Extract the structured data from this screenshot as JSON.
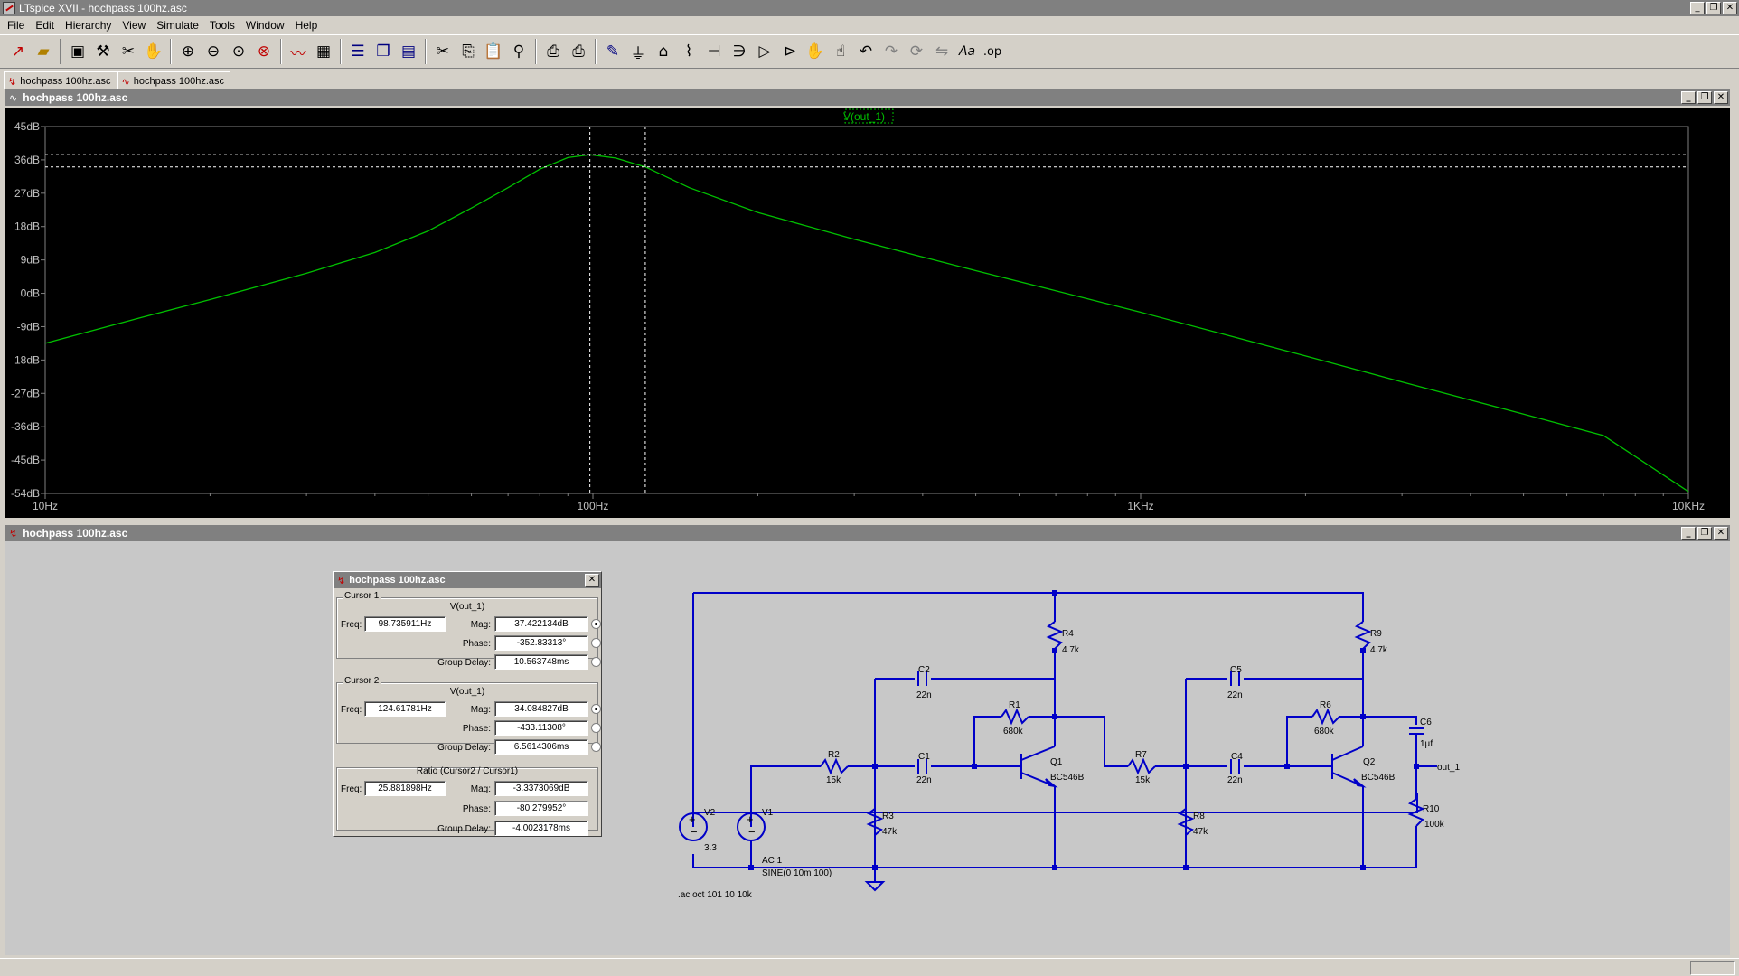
{
  "window": {
    "title": "LTspice XVII - hochpass 100hz.asc",
    "controls": [
      "_",
      "❐",
      "✕"
    ]
  },
  "menu": [
    "File",
    "Edit",
    "Hierarchy",
    "View",
    "Simulate",
    "Tools",
    "Window",
    "Help"
  ],
  "toolbar_icons": [
    "run-icon",
    "open-icon",
    "save-icon",
    "control-panel-icon",
    "halt-icon",
    "pan-icon",
    "zoom-in-icon",
    "zoom-out-icon",
    "zoom-full-icon",
    "zoom-cancel-icon",
    "autorange-icon",
    "delete-trace-icon",
    "tile-horizontal-icon",
    "cascade-icon",
    "tile-vertical-icon",
    "cut-icon",
    "copy-icon",
    "paste-icon",
    "find-icon",
    "print-preview-icon",
    "print-icon",
    "wire-icon",
    "ground-icon",
    "label-icon",
    "resistor-icon",
    "capacitor-icon",
    "inductor-icon",
    "diode-icon",
    "component-icon",
    "move-icon",
    "drag-icon",
    "undo-icon",
    "redo-icon",
    "rotate-icon",
    "mirror-icon",
    "text-icon",
    "spice-directive-icon"
  ],
  "tabs": [
    {
      "label": "hochpass 100hz.asc",
      "kind": "schematic"
    },
    {
      "label": "hochpass 100hz.asc",
      "kind": "waveform"
    }
  ],
  "plot_window": {
    "title": "hochpass 100hz.asc",
    "trace_label": "V(out_1)",
    "trace_color": "#00c000",
    "background": "#000000"
  },
  "schematic_window": {
    "title": "hochpass 100hz.asc",
    "wire_color": "#0000c8"
  },
  "chart_data": {
    "type": "line",
    "title": "",
    "xlabel": "",
    "ylabel": "",
    "xscale": "log",
    "xlim": [
      10,
      10000
    ],
    "ylim": [
      -54,
      45
    ],
    "x_ticks": [
      "10Hz",
      "100Hz",
      "1KHz",
      "10KHz"
    ],
    "y_ticks": [
      "45dB",
      "36dB",
      "27dB",
      "18dB",
      "9dB",
      "0dB",
      "-9dB",
      "-18dB",
      "-27dB",
      "-36dB",
      "-45dB",
      "-54dB"
    ],
    "grid": false,
    "series": [
      {
        "name": "V(out_1)",
        "x": [
          10,
          15,
          20,
          30,
          40,
          50,
          60,
          70,
          80,
          90,
          98.7,
          110,
          124.6,
          150,
          200,
          300,
          400,
          500,
          700,
          1000,
          2000,
          3000,
          5000,
          7000,
          10000
        ],
        "y": [
          -13.5,
          -6.5,
          -1.7,
          5.4,
          11,
          16.8,
          23,
          28.5,
          33.5,
          36.6,
          37.4,
          36.5,
          34.1,
          28.5,
          21.8,
          14.6,
          9.8,
          6.1,
          0.7,
          -5.1,
          -16.9,
          -23.9,
          -32.6,
          -38.4,
          -53.5
        ]
      }
    ],
    "cursors": [
      {
        "name": "Cursor 1",
        "freq": 98.735911,
        "mag_db": 37.422134
      },
      {
        "name": "Cursor 2",
        "freq": 124.61781,
        "mag_db": 34.084827
      }
    ]
  },
  "cursor_dialog": {
    "title": "hochpass 100hz.asc",
    "cursor1": {
      "group": "Cursor 1",
      "trace": "V(out_1)",
      "freq_label": "Freq:",
      "freq": "98.735911Hz",
      "mag_label": "Mag:",
      "mag": "37.422134dB",
      "phase_label": "Phase:",
      "phase": "-352.83313°",
      "gd_label": "Group Delay:",
      "group_delay": "10.563748ms"
    },
    "cursor2": {
      "group": "Cursor 2",
      "trace": "V(out_1)",
      "freq_label": "Freq:",
      "freq": "124.61781Hz",
      "mag_label": "Mag:",
      "mag": "34.084827dB",
      "phase_label": "Phase:",
      "phase": "-433.11308°",
      "gd_label": "Group Delay:",
      "group_delay": "6.5614306ms"
    },
    "ratio": {
      "group": "Ratio (Cursor2 / Cursor1)",
      "freq_label": "Freq:",
      "freq": "25.881898Hz",
      "mag_label": "Mag:",
      "mag": "-3.3373069dB",
      "phase_label": "Phase:",
      "phase": "-80.279952°",
      "gd_label": "Group Delay:",
      "group_delay": "-4.0023178ms"
    }
  },
  "components": {
    "R4": {
      "name": "R4",
      "value": "4.7k"
    },
    "R9": {
      "name": "R9",
      "value": "4.7k"
    },
    "C2": {
      "name": "C2",
      "value": "22n"
    },
    "C5": {
      "name": "C5",
      "value": "22n"
    },
    "R1": {
      "name": "R1",
      "value": "680k"
    },
    "R6": {
      "name": "R6",
      "value": "680k"
    },
    "C6": {
      "name": "C6",
      "value": "1µf"
    },
    "R2": {
      "name": "R2",
      "value": "15k"
    },
    "C1": {
      "name": "C1",
      "value": "22n"
    },
    "Q1": {
      "name": "Q1",
      "value": "BC546B"
    },
    "R7": {
      "name": "R7",
      "value": "15k"
    },
    "C4": {
      "name": "C4",
      "value": "22n"
    },
    "Q2": {
      "name": "Q2",
      "value": "BC546B"
    },
    "R3": {
      "name": "R3",
      "value": "47k"
    },
    "R8": {
      "name": "R8",
      "value": "47k"
    },
    "R10": {
      "name": "R10",
      "value": "100k"
    },
    "V2": {
      "name": "V2",
      "value": "3.3"
    },
    "V1": {
      "name": "V1",
      "value": "AC 1",
      "value2": "SINE(0 10m 100)"
    }
  },
  "net_labels": {
    "out": "out_1"
  },
  "directive": ".ac oct 101 10 10k"
}
